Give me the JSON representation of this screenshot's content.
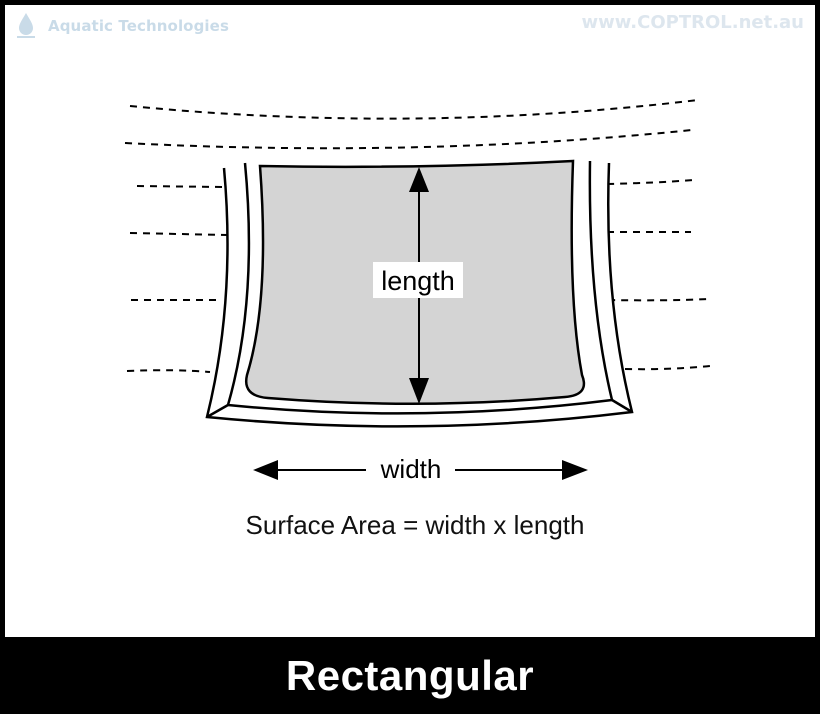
{
  "header": {
    "brand": "Aquatic Technologies",
    "website": "www.COPTROL.net.au"
  },
  "diagram": {
    "length_label": "length",
    "width_label": "width",
    "formula": "Surface Area = width x length"
  },
  "footer": {
    "title": "Rectangular"
  },
  "colors": {
    "pool_fill": "#d4d4d4",
    "footer_bg": "#000000",
    "logo_text": "#c9dbe8"
  }
}
